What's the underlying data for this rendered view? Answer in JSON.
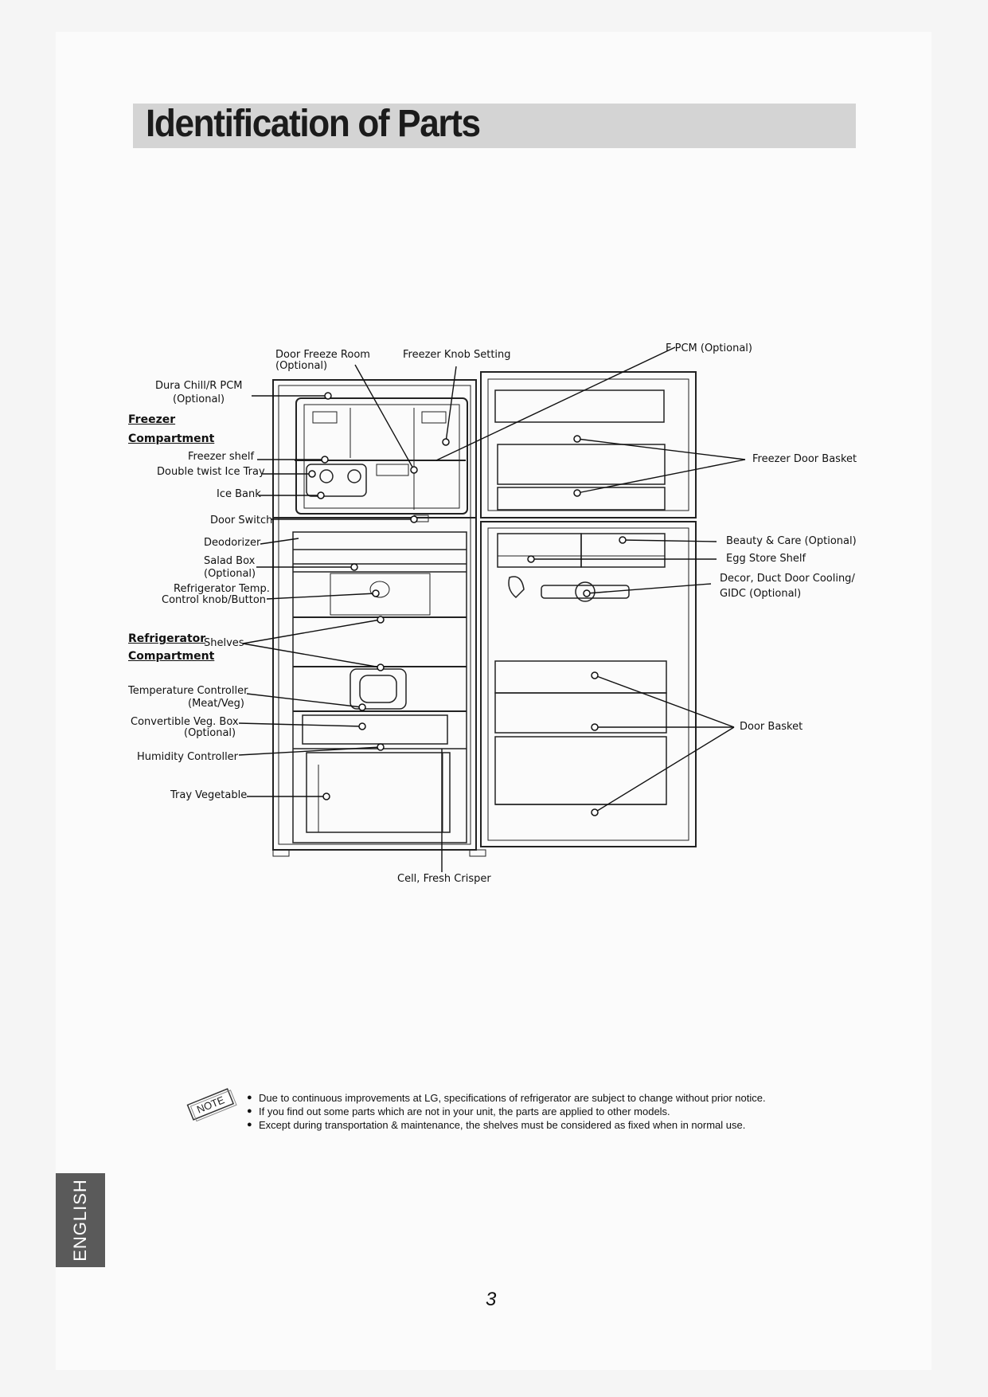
{
  "title": "Identification of Parts",
  "labels": {
    "door_freeze_room": "Door Freeze Room",
    "door_freeze_room_opt": "(Optional)",
    "freezer_knob_setting": "Freezer Knob Setting",
    "f_pcm": "F PCM (Optional)",
    "dura_chill": "Dura Chill/R PCM",
    "dura_chill_opt": "(Optional)",
    "freezer_heading_1": "Freezer",
    "freezer_heading_2": "Compartment",
    "freezer_shelf": "Freezer shelf",
    "double_twist": "Double twist Ice Tray",
    "ice_bank": "Ice Bank",
    "door_switch": "Door Switch",
    "deodorizer": "Deodorizer",
    "salad_box": "Salad Box",
    "salad_box_opt": "(Optional)",
    "fridge_temp_1": "Refrigerator Temp.",
    "fridge_temp_2": "Control knob/Button",
    "fridge_heading_1": "Refrigerator",
    "fridge_heading_2": "Compartment",
    "shelves": "Shelves",
    "temp_controller_1": "Temperature Controller",
    "temp_controller_2": "(Meat/Veg)",
    "convertible_1": "Convertible Veg. Box",
    "convertible_2": "(Optional)",
    "humidity": "Humidity Controller",
    "tray_vegetable": "Tray Vegetable",
    "cell_fresh": "Cell, Fresh Crisper",
    "freezer_door_basket": "Freezer Door Basket",
    "beauty_care": "Beauty & Care (Optional)",
    "egg_store": "Egg  Store Shelf",
    "decor_1": "Decor, Duct Door Cooling/",
    "decor_2": "GIDC (Optional)",
    "door_basket": "Door Basket"
  },
  "note": {
    "stamp": "NOTE",
    "items": [
      "Due to continuous improvements at LG, specifications of refrigerator are subject to change without prior notice.",
      "If you find out some parts which are not in your unit, the parts are applied to other models.",
      "Except during transportation & maintenance, the shelves must be considered as fixed when in normal use."
    ]
  },
  "language_tab": "ENGLISH",
  "page_number": "3"
}
